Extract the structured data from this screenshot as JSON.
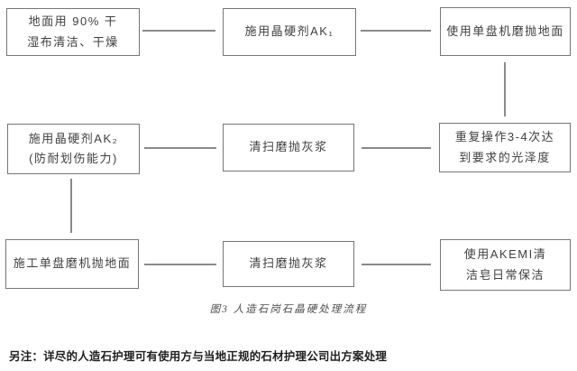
{
  "flow": {
    "caption": "图3 人造石岗石晶硬处理流程",
    "note": "另注：详尽的人造石护理可有使用方与当地正规的石材护理公司出方案处理",
    "colors": {
      "box_border": "#767676",
      "connector": "#8a8a8a",
      "box_text": "#3f3f3f",
      "caption_text": "#4d4d4d",
      "note_text": "#1f1f1f",
      "background": "#ffffff"
    },
    "boxes": [
      {
        "id": "clean-floor",
        "lines": [
          "地面用 90% 干",
          "湿布清洁、干燥"
        ]
      },
      {
        "id": "apply-ak1",
        "lines": [
          "施用晶硬剂AK₁"
        ]
      },
      {
        "id": "single-disc-polish-floor",
        "lines": [
          "使用单盘机磨抛地面"
        ]
      },
      {
        "id": "apply-ak2",
        "lines": [
          "施用晶硬剂AK₂",
          "(防耐划伤能力)"
        ]
      },
      {
        "id": "sweep-polish-slurry-1",
        "lines": [
          "清扫磨抛灰浆"
        ]
      },
      {
        "id": "repeat-3-4-times",
        "lines": [
          "重复操作3-4次达",
          "到要求的光泽度"
        ]
      },
      {
        "id": "construct-single-disc-polish",
        "lines": [
          "施工单盘磨机抛地面"
        ]
      },
      {
        "id": "sweep-polish-slurry-2",
        "lines": [
          "清扫磨抛灰浆"
        ]
      },
      {
        "id": "akemi-daily-clean",
        "lines": [
          "使用AKEMI清",
          "洁皂日常保洁"
        ]
      }
    ],
    "edges": [
      {
        "from": "clean-floor",
        "to": "apply-ak1"
      },
      {
        "from": "apply-ak1",
        "to": "single-disc-polish-floor"
      },
      {
        "from": "single-disc-polish-floor",
        "to": "repeat-3-4-times"
      },
      {
        "from": "repeat-3-4-times",
        "to": "sweep-polish-slurry-1"
      },
      {
        "from": "sweep-polish-slurry-1",
        "to": "apply-ak2"
      },
      {
        "from": "apply-ak2",
        "to": "construct-single-disc-polish"
      },
      {
        "from": "construct-single-disc-polish",
        "to": "sweep-polish-slurry-2"
      },
      {
        "from": "sweep-polish-slurry-2",
        "to": "akemi-daily-clean"
      }
    ]
  }
}
